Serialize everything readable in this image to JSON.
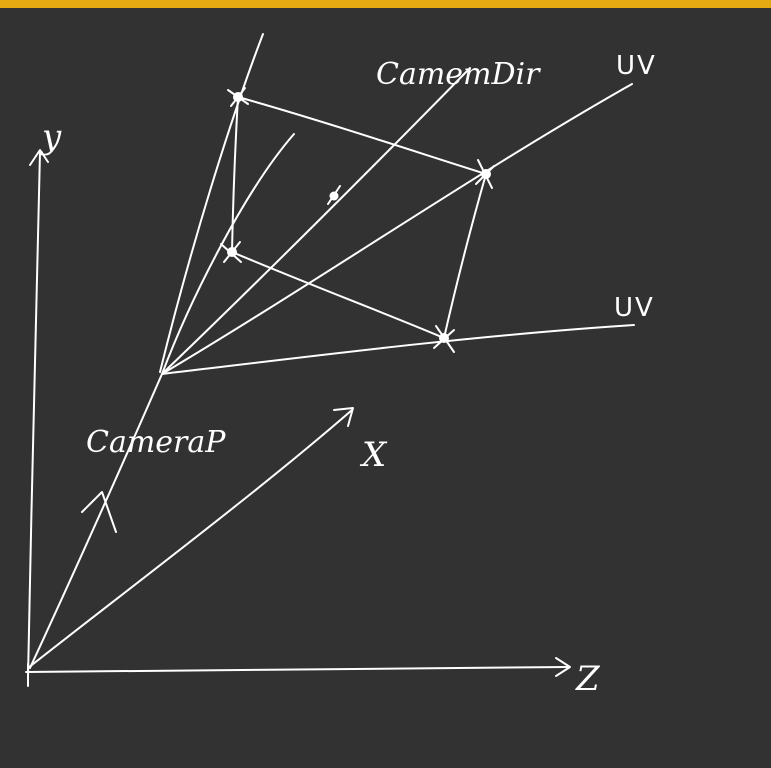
{
  "colors": {
    "background": "#323232",
    "accent_bar": "#e5a911",
    "ink": "#ffffff"
  },
  "labels": {
    "y_axis": "y",
    "z_axis": "Z",
    "x_axis": "X",
    "camera_dir": "CamemDir",
    "camera_pos": "CameraP",
    "uv_upper": "UV",
    "uv_lower": "UV"
  }
}
